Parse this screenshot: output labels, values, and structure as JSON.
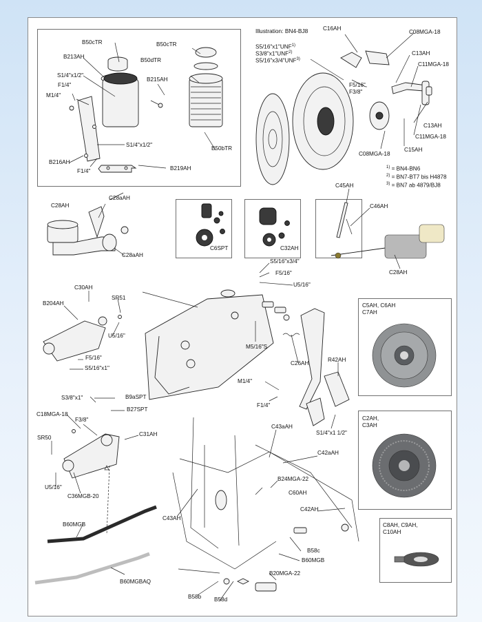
{
  "illustration": "Illustration: BN4-BJ8",
  "footnotes": [
    {
      "mark": "1)",
      "text": "= BN4-BN6"
    },
    {
      "mark": "2)",
      "text": "= BN7-BT7 bis H4878"
    },
    {
      "mark": "3)",
      "text": "= BN7 ab 4879/BJ8"
    }
  ],
  "labels": {
    "b50ctr_a": "B50cTR",
    "b50ctr_b": "B50cTR",
    "b50dtr": "B50dTR",
    "b50btr": "B50bTR",
    "b213ah": "B213AH",
    "b215ah": "B215AH",
    "s14x12": "S1/4\"x1/2\"",
    "f14_a": "F1/4\"",
    "m14_a": "M1/4\"",
    "s14x12_b": "S1/4\"x1/2\"",
    "b216ah": "B216AH",
    "f14_b": "F1/4\"",
    "b219ah": "B219AH",
    "c16ah": "C16AH",
    "c08mga18_a": "C08MGA-18",
    "s516x1": "S5/16\"x1\"UNF",
    "s516x1_sup": "1)",
    "s38x1": "S3/8\"x1\"UNF",
    "s38x1_sup": "2)",
    "s516x34": "S5/16\"x3/4\"UNF",
    "s516x34_sup": "3)",
    "c13ah_a": "C13AH",
    "c11mga18_a": "C11MGA-18",
    "f516_f38": "F5/16\",",
    "f38": "F3/8\"",
    "c13ah_b": "C13AH",
    "c11mga18_b": "C11MGA-18",
    "c15ah": "C15AH",
    "c08mga18_b": "C08MGA-18",
    "c28ah_a": "C28AH",
    "c28aah_a": "C28aAH",
    "c28aah_b": "C28aAH",
    "c6spt": "C6SPT",
    "c32ah": "C32AH",
    "c45ah": "C45AH",
    "c46ah": "C46AH",
    "c28ah_b": "C28AH",
    "s516x34_b": "S5/16\"x3/4\"",
    "f516_b": "F5/16\"",
    "u516_a": "U5/16\"",
    "c30ah": "C30AH",
    "b204ah": "B204AH",
    "sr51": "SR51",
    "u516_b": "U5/16\"",
    "f516_c": "F5/16\"",
    "s516x1_c": "S5/16\"x1\"",
    "m516s": "M5/16\"S",
    "c26ah": "C26AH",
    "r42ah": "R42AH",
    "m14_b": "M1/4\"",
    "f14_c": "F1/4\"",
    "s14x112": "S1/4\"x1 1/2\"",
    "c5ah": "C5AH, C6AH",
    "c7ah": "C7AH",
    "s38x1_c": "S3/8\"x1\"",
    "b9aspt": "B9aSPT",
    "b27spt": "B27SPT",
    "c18mga18": "C18MGA-18",
    "f38_b": "F3/8\"",
    "c31ah": "C31AH",
    "sr50": "SR50",
    "u516_c": "U5/16\"",
    "c36mgb20": "C36MGB-20",
    "c43aah": "C43aAH",
    "c42aah": "C42aAH",
    "b24mga22": "B24MGA-22",
    "c60ah": "C60AH",
    "c43ah": "C43AH",
    "c42ah": "C42AH",
    "b58c": "B58c",
    "b60mgb_a": "B60MGB",
    "b60mgb_b": "B60MGB",
    "b60mgbaq": "B60MGBAQ",
    "b20mga22": "B20MGA-22",
    "b58b": "B58b",
    "b58d": "B58d",
    "c2ah": "C2AH,",
    "c3ah": "C3AH",
    "c8ah": "C8AH, C9AH,",
    "c10ah": "C10AH"
  }
}
